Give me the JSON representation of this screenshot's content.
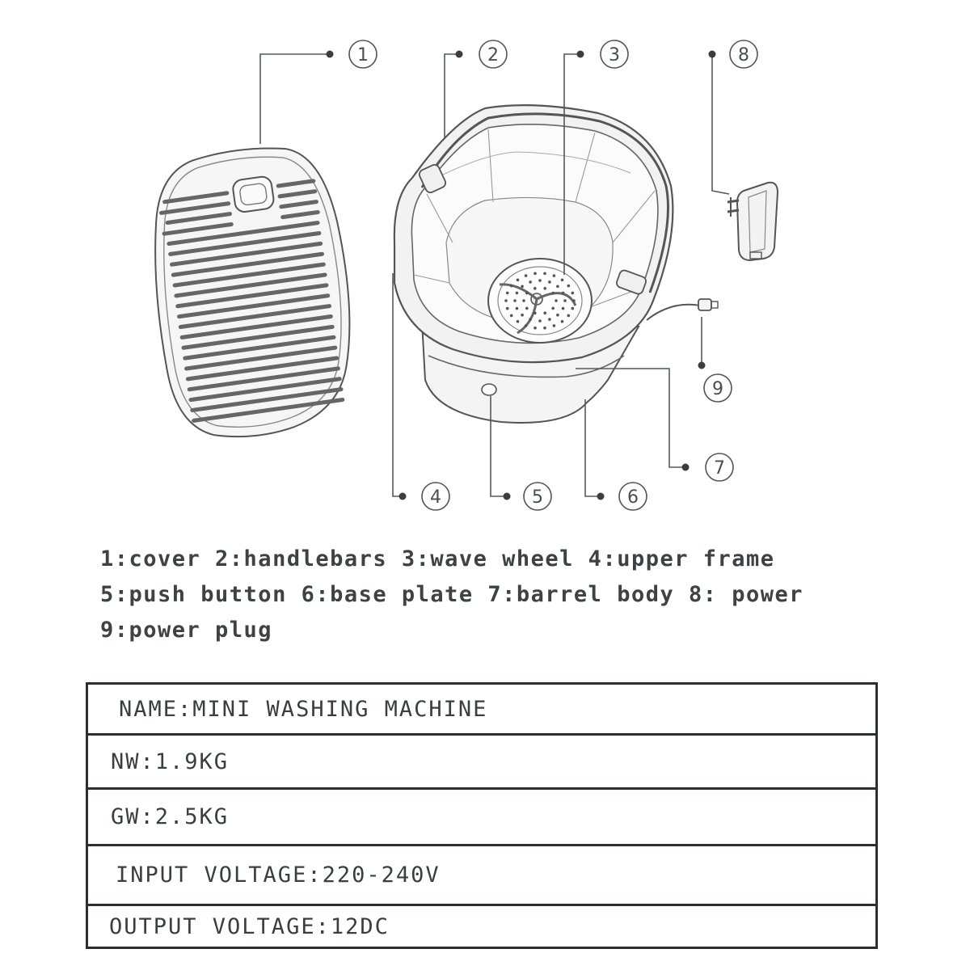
{
  "callouts": [
    {
      "id": "1",
      "label": "1"
    },
    {
      "id": "2",
      "label": "2"
    },
    {
      "id": "3",
      "label": "3"
    },
    {
      "id": "8",
      "label": "8"
    },
    {
      "id": "9",
      "label": "9"
    },
    {
      "id": "7",
      "label": "7"
    },
    {
      "id": "4",
      "label": "4"
    },
    {
      "id": "5",
      "label": "5"
    },
    {
      "id": "6",
      "label": "6"
    }
  ],
  "legend": {
    "line1": "1:cover 2:handlebars 3:wave wheel 4:upper frame",
    "line2": "5:push button 6:base plate 7:barrel body 8: power",
    "line3": "9:power plug"
  },
  "specs": {
    "rows": [
      "NAME:MINI WASHING MACHINE",
      "NW:1.9KG",
      "GW:2.5KG",
      "INPUT VOLTAGE:220-240V",
      "OUTPUT VOLTAGE:12DC"
    ]
  },
  "colors": {
    "line": "#55595b",
    "text": "#3a3e40",
    "table_border": "#2c2f30"
  }
}
